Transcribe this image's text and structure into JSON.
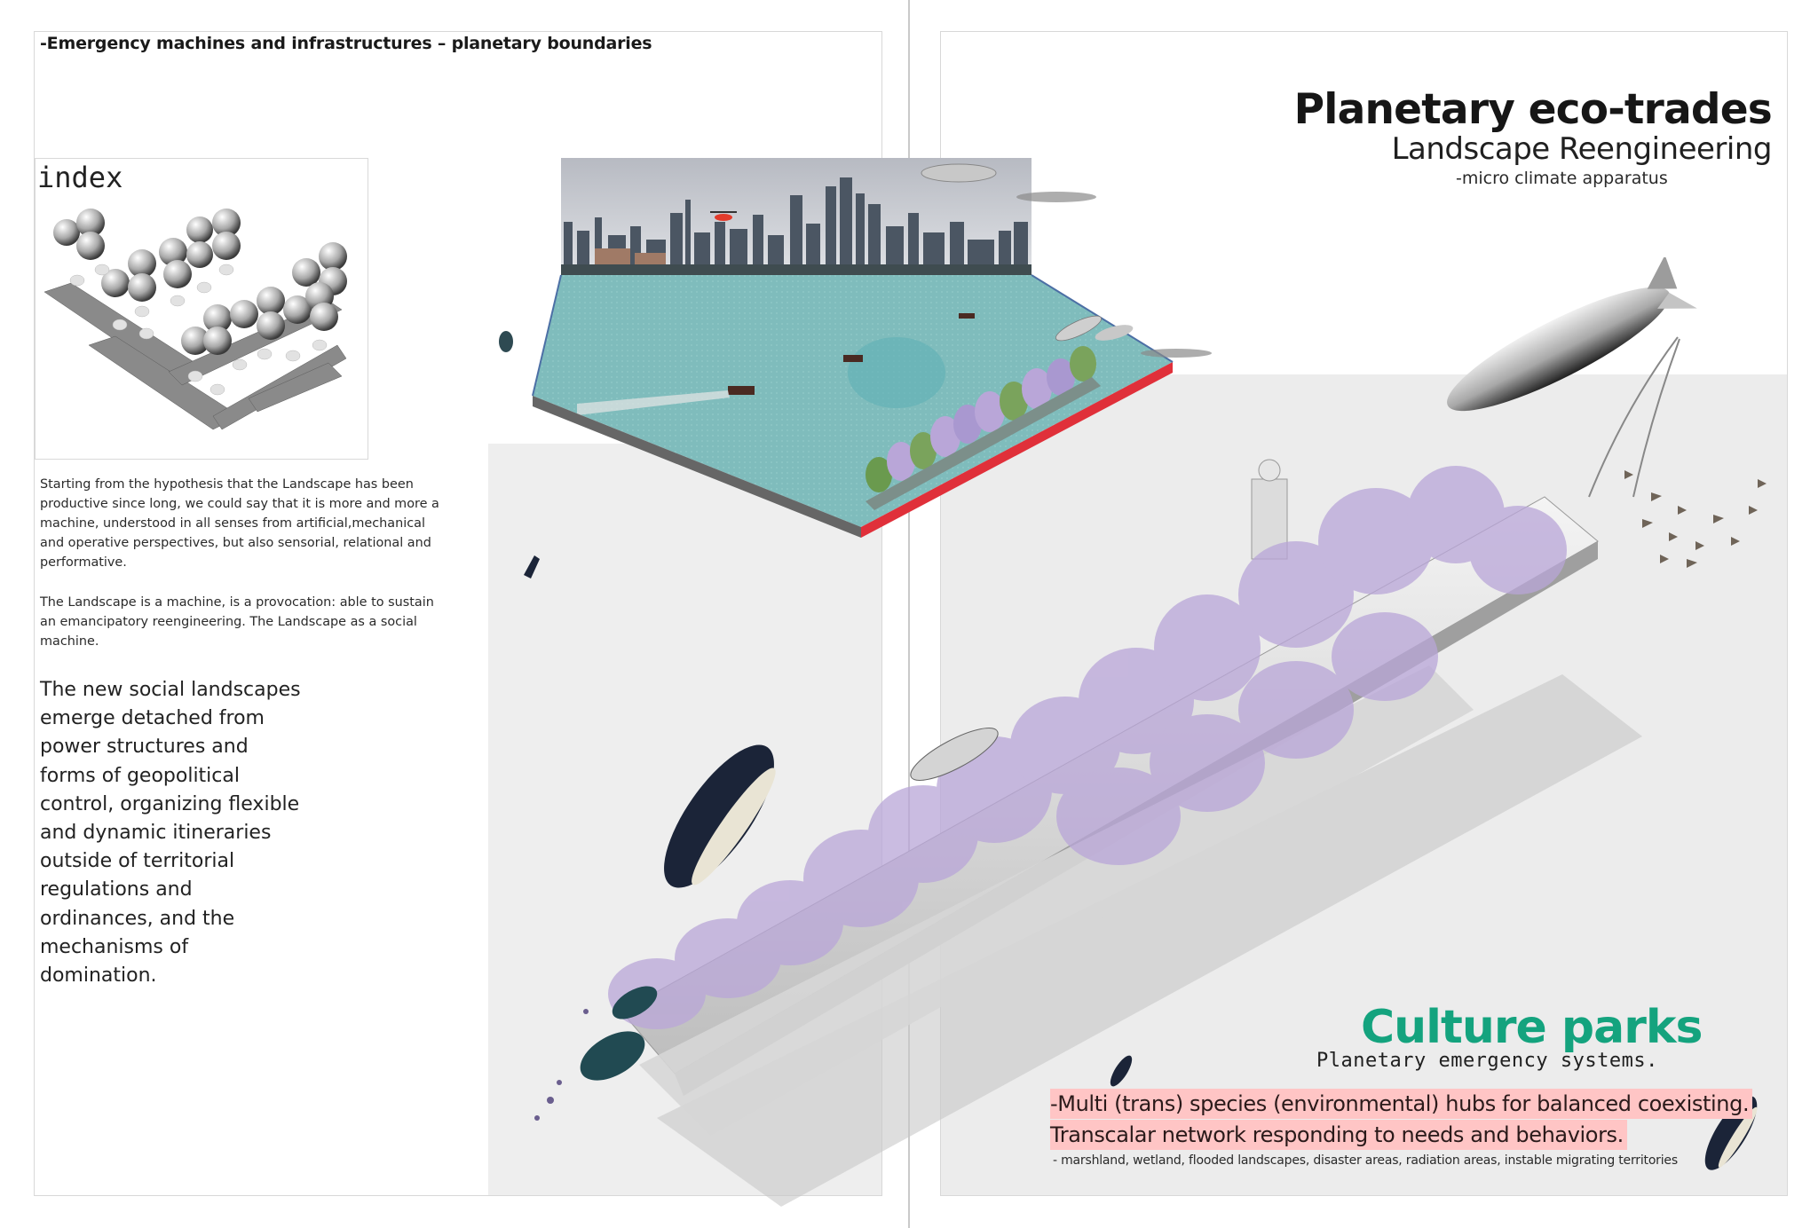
{
  "left_page": {
    "header": "-Emergency machines and infrastructures – planetary boundaries",
    "index": {
      "label": "index",
      "illustration": "index-balloons-carriers-illustration"
    },
    "paragraph_1": "Starting from the hypothesis that the Landscape has been productive since long, we could say that it is more and more a machine, understood in all senses from artificial,mechanical and operative perspectives, but also sensorial, relational and performative.",
    "paragraph_2": "The Landscape is a machine, is a provocation: able to sustain an emancipatory reengineering. The Landscape as a social machine.",
    "paragraph_large": "The new social landscapes emerge detached from power structures and forms of geopolitical control, organizing flexible and dynamic itineraries outside of territorial regulations and ordinances, and the mechanisms of domination."
  },
  "right_page": {
    "title": "Planetary eco-trades",
    "subtitle": "Landscape Reengineering",
    "note": "-micro climate apparatus",
    "section_title": "Culture parks",
    "section_subtitle": "Planetary emergency systems.",
    "highlight_line_1": "-Multi (trans) species (environmental) hubs for balanced coexisting.",
    "highlight_line_2": "Transcalar network responding to needs and behaviors.",
    "footnote": "- marshland, wetland, flooded landscapes, disaster areas, radiation areas, instable migrating territories"
  },
  "illustrations": {
    "central": "city-skyline-water-platform-illustration",
    "main": "aircraft-carrier-park-illustration",
    "airship": "airship-illustration",
    "birds": "bird-flock-illustration",
    "whales": "whale-illustration"
  },
  "colors": {
    "accent_green": "#14a37e",
    "highlight_pink": "#ffc5c5",
    "water": "#7fbcbc",
    "platform_edge_red": "#e0303a",
    "tree_purple": "#b9a6d8",
    "background_grey": "#ececec"
  }
}
